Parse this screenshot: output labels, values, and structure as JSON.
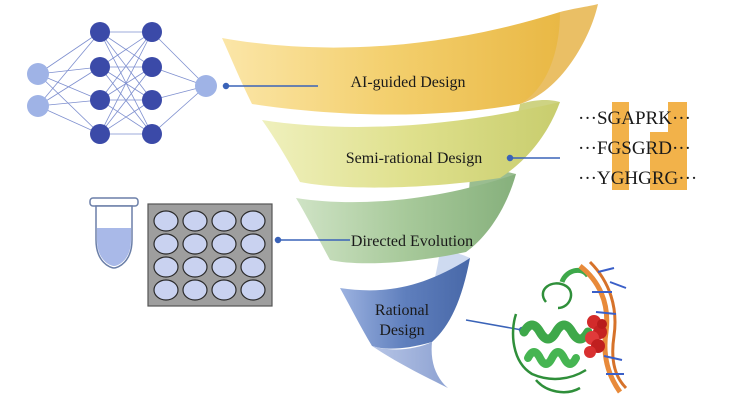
{
  "funnel": {
    "stages": [
      {
        "label": "AI-guided Design",
        "color": "#f3cf6d"
      },
      {
        "label": "Semi-rational Design",
        "color": "#dfe08c"
      },
      {
        "label": "Directed Evolution",
        "color": "#a7c99a"
      },
      {
        "label": "Rational",
        "color": "#5f7fbd"
      },
      {
        "label": "Design",
        "color": "#5f7fbd"
      }
    ]
  },
  "sequences": {
    "rows": [
      "···SGAPRK···",
      "···FGSGRD···",
      "···YGHGRG···"
    ],
    "highlight_color": "#f2b24a"
  },
  "icons": {
    "network": "neural-network-icon",
    "tube": "test-tube-icon",
    "plate": "well-plate-icon",
    "protein": "protein-structure-icon"
  },
  "colors": {
    "connector": "#3a63b8",
    "network_node": "#3b4aa8",
    "network_input": "#9fb3e6",
    "plate_bg": "#9e9e9e",
    "well": "#c9d2f0"
  }
}
